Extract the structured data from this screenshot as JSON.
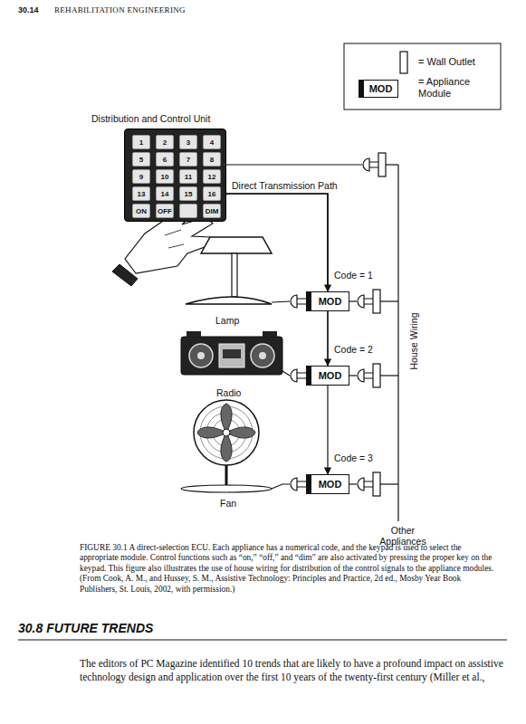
{
  "diagram": {
    "caption": "FIGURE 30.1 A direct-selection ECU. Each appliance has a numerical code, and the keypad is used to select the appropriate module. Control functions such as “on,” “off,” and “dim” are also activated by pressing the proper key on the keypad. This figure also illustrates the use of house wiring for distribution of the control signals to the appliance modules. (From Cook, A. M., and Hussey, S. M., Assistive Technology: Principles and Practice, 2d ed., Mosby Year Book Publishers, St. Louis, 2002, with permission.)",
    "nodes": [
      {
        "text": [
          "MOD"
        ]
      },
      {
        "text": [
          "Distribution and Control Unit"
        ]
      },
      {
        "text": [
          "1"
        ],
        "in": 1
      },
      {
        "text": [
          "2"
        ],
        "in": 1
      },
      {
        "text": [
          "3"
        ],
        "in": 1
      },
      {
        "text": [
          "4"
        ],
        "in": 1
      },
      {
        "text": [
          "5"
        ],
        "in": 1
      },
      {
        "text": [
          "6"
        ],
        "in": 1
      },
      {
        "text": [
          "7"
        ],
        "in": 1
      },
      {
        "text": [
          "8"
        ],
        "in": 1
      },
      {
        "text": [
          "9"
        ],
        "in": 1
      },
      {
        "text": [
          "10"
        ],
        "in": 1
      },
      {
        "text": [
          "11"
        ],
        "in": 1
      },
      {
        "text": [
          "12"
        ],
        "in": 1
      },
      {
        "text": [
          "13"
        ],
        "in": 1
      },
      {
        "text": [
          "14"
        ],
        "in": 1
      },
      {
        "text": [
          "15"
        ],
        "in": 1
      },
      {
        "text": [
          "16"
        ],
        "in": 1
      },
      {
        "text": [
          "ON"
        ],
        "in": 1
      },
      {
        "text": [
          "OFF"
        ],
        "in": 1
      },
      {
        "text": [
          "DIM"
        ],
        "in": 1
      },
      {
        "text": [
          "MOD"
        ]
      },
      {
        "text": [
          "MOD"
        ]
      },
      {
        "text": [
          "MOD"
        ]
      }
    ],
    "edges": [
      {
        "from": 1,
        "to": 21,
        "arrow": "to",
        "label": "Code = 1"
      },
      {
        "from": 1,
        "to": 22,
        "arrow": "to",
        "label": "Code = 2"
      },
      {
        "from": 1,
        "to": 23,
        "arrow": "to",
        "label": "Code = 3"
      }
    ],
    "labels": [
      "30.14",
      "REHABILITATION ENGINEERING",
      "Direct Transmission Path",
      "Lamp",
      "Radio",
      "Fan",
      "House Wiring",
      "Other Appliances",
      "30.8 FUTURE TRENDS",
      "The editors of PC Magazine identified 10 trends that are likely to have a profound impact on assistive technology design and application over the first 10 years of the twenty-first century (Miller et al.,"
    ],
    "legend": [
      {
        "text": "= Wall Outlet"
      },
      {
        "text": "= Appliance Module"
      }
    ]
  }
}
